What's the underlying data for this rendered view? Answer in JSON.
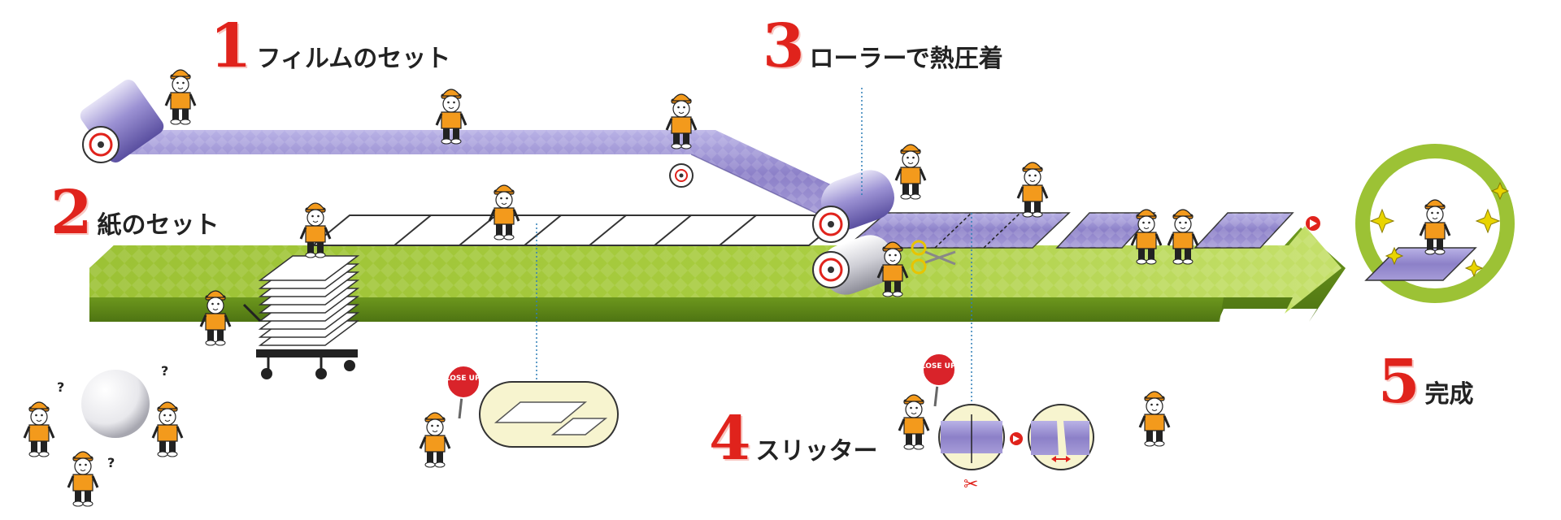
{
  "steps": [
    {
      "number": "1",
      "label": "フィルムのセット"
    },
    {
      "number": "2",
      "label": "紙のセット"
    },
    {
      "number": "3",
      "label": "ローラーで熱圧着"
    },
    {
      "number": "4",
      "label": "スリッター"
    },
    {
      "number": "5",
      "label": "完成"
    }
  ],
  "signs": {
    "closeup": "CLOSE UP!!"
  },
  "marks": {
    "question": "?"
  },
  "colors": {
    "step_number": "#e0231c",
    "film": "#8f84c9",
    "conveyor": "#9fc23a",
    "worker_shirt": "#f39a1c",
    "sign": "#d9232a"
  }
}
